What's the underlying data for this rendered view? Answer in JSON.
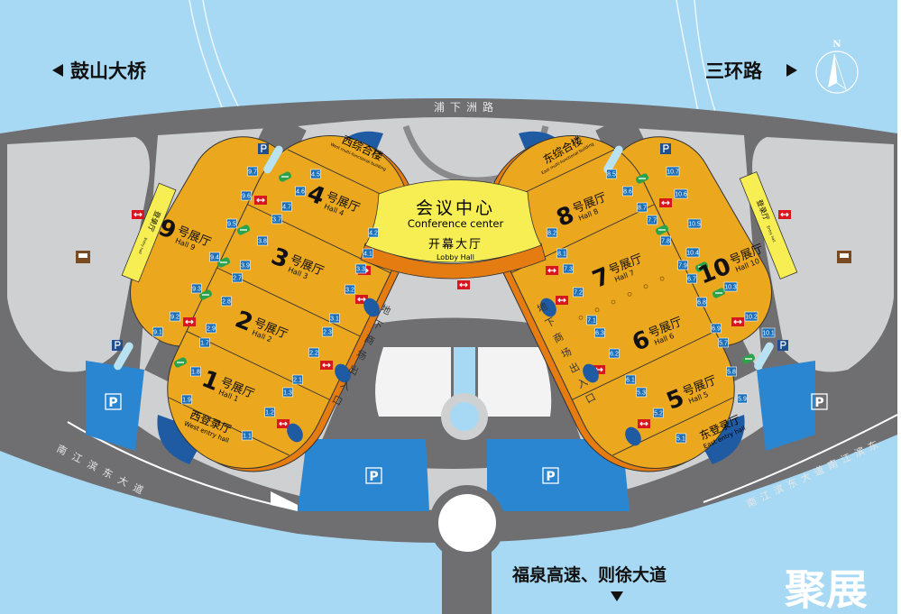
{
  "map": {
    "top_left_road": "鼓山大桥",
    "top_right_road": "三环路",
    "north_label": "N",
    "top_road": "浦下洲路",
    "bottom_road_left": "南江滨东大道",
    "bottom_road_right": "南江滨东大道南江滨东",
    "bottom_destination": "福泉高速、则徐大道",
    "underground_exit_left": "地下商场出入口",
    "underground_exit_right": "地下商场出入口",
    "conference": {
      "zh": "会议中心",
      "en": "Conference center"
    },
    "lobby": {
      "zh": "开幕大厅",
      "en": "Lobby Hall"
    },
    "west_building": {
      "zh": "西综合楼",
      "en": "West multi-functional building"
    },
    "east_building": {
      "zh": "东综合楼",
      "en": "East multi-functional building"
    },
    "west_entry": {
      "zh": "西登录厅",
      "en": "West entry hall"
    },
    "east_entry": {
      "zh": "东登录厅",
      "en": "East entry hall"
    },
    "small_entry_left": {
      "zh": "登录厅",
      "en": "Entry hall"
    },
    "small_entry_right": {
      "zh": "登录厅",
      "en": "Entry hall"
    },
    "parking_label": "P",
    "logo": "聚展",
    "halls": [
      {
        "num": "1",
        "zh": "号展厅",
        "en": "Hall 1"
      },
      {
        "num": "2",
        "zh": "号展厅",
        "en": "Hall 2"
      },
      {
        "num": "3",
        "zh": "号展厅",
        "en": "Hall 3"
      },
      {
        "num": "4",
        "zh": "号展厅",
        "en": "Hall 4"
      },
      {
        "num": "5",
        "zh": "号展厅",
        "en": "Hall 5"
      },
      {
        "num": "6",
        "zh": "号展厅",
        "en": "Hall 6"
      },
      {
        "num": "7",
        "zh": "号展厅",
        "en": "Hall 7"
      },
      {
        "num": "8",
        "zh": "号展厅",
        "en": "Hall 8"
      },
      {
        "num": "9",
        "zh": "号展厅",
        "en": "Hall 9"
      },
      {
        "num": "10",
        "zh": "号展厅",
        "en": "Hall 10"
      }
    ],
    "booths": [
      "9.7",
      "9.6",
      "9.5",
      "9.4",
      "9.3",
      "9.2",
      "9.1",
      "4.5",
      "4.6",
      "4.7",
      "3.7",
      "3.8",
      "3.9",
      "2.7",
      "2.8",
      "2.9",
      "1.7",
      "1.8",
      "1.9",
      "4.2",
      "4.1",
      "3.3",
      "3.2",
      "3.1",
      "2.3",
      "2.2",
      "2.1",
      "1.3",
      "1.2",
      "1.1",
      "8.5",
      "8.6",
      "8.7",
      "7.7",
      "7.8",
      "7.9",
      "6.7",
      "6.8",
      "6.9",
      "5.7",
      "5.8",
      "5.9",
      "8.2",
      "8.1",
      "7.3",
      "7.2",
      "7.1",
      "6.3",
      "6.2",
      "6.1",
      "5.3",
      "5.2",
      "5.1",
      "10.7",
      "10.6",
      "10.5",
      "10.4",
      "10.3",
      "10.2",
      "10.1"
    ],
    "colors": {
      "water": "#a7d9f4",
      "road": "#6f6f71",
      "plaza": "#cfd0d2",
      "hall": "#eba71e",
      "band": "#e57c12",
      "yellow": "#f7ee54",
      "parking": "#2b86d1",
      "booth": "#1a6fb8"
    }
  }
}
